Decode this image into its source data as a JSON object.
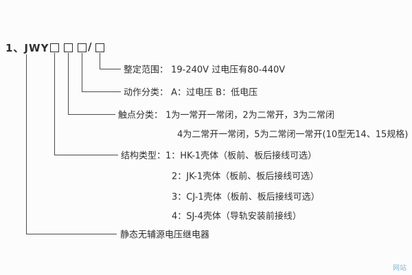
{
  "title": {
    "prefix": "1、JWY -",
    "slash": "/"
  },
  "labels": {
    "setting_range": "整定范围： 19-240V 过电压有80-440V",
    "action_class": "动作分类：  A：过电压    B：低电压",
    "contact_class_line1": "触点分类：  1为一常开一常闭，2为二常开，3为二常闭",
    "contact_class_line2": "4为二常开一常闭，5为二常闭一常开(10型无14、15规格)",
    "structure_line1": "结构类型：1：HK-1壳体（板前、板后接线可选）",
    "structure_line2": "2：JK-1壳体（板前、板后接线可选）",
    "structure_line3": "3：CJ-1壳体（板前、板后接线可选）",
    "structure_line4": "4：SJ-4壳体（导轨安装前接线）",
    "product_name": "静态无辅源电压继电器"
  },
  "watermark": {
    "text": "网站"
  },
  "colors": {
    "text": "#2f2f2f",
    "line": "#4a4a4a",
    "watermark": "#6aa7cf"
  }
}
